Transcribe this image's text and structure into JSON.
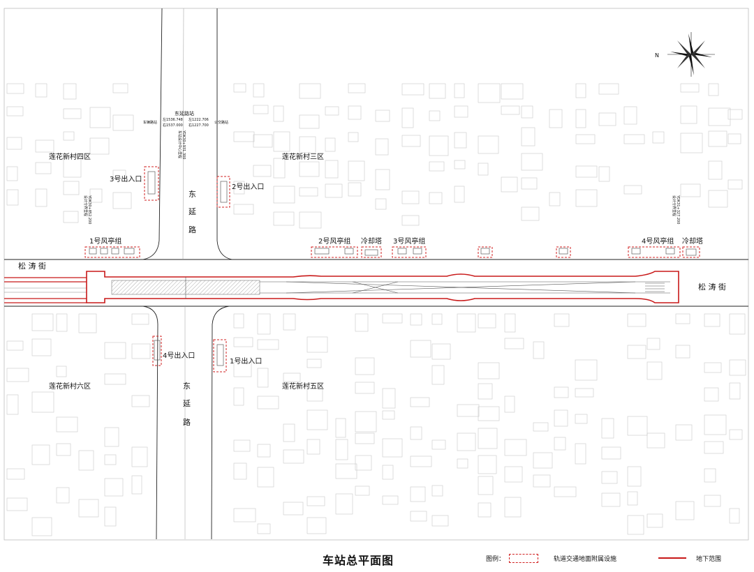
{
  "districts": {
    "nw": "莲花新村四区",
    "ne": "莲花新村三区",
    "sw": "莲花新村六区",
    "se": "莲花新村五区"
  },
  "roads": {
    "songtao_west": "松 涛 街",
    "songtao_east": "松 涛 街",
    "dongyan_north": [
      "东",
      "延",
      "路"
    ],
    "dongyan_south": [
      "东",
      "延",
      "路"
    ]
  },
  "entrances": {
    "e1": "1号出入口",
    "e2": "2号出入口",
    "e3": "3号出入口",
    "e4": "4号出入口"
  },
  "facilities": {
    "vent1": "1号风亭组",
    "vent2": "2号风亭组",
    "vent3": "3号风亭组",
    "vent4": "4号风亭组",
    "cooling_mid": "冷却塔",
    "cooling_east": "冷却塔"
  },
  "station_notes": {
    "name": "东延路站",
    "coord_left": "左1536.748",
    "coord_right": "右1537.000",
    "coord_left2": "左1222.706",
    "coord_right2": "右1227.700",
    "bus_w": "车辆路站",
    "bus_e": "公交路站",
    "center_line": "车站设计中心里程",
    "center_km": "YDK30+931.300",
    "west_line": "设计分界里程",
    "west_km": "YDK30+852.200",
    "east_line": "设计分界里程",
    "east_km": "YDK31+327.200"
  },
  "footer": {
    "title": "车站总平面图",
    "legend_label": "图例：",
    "legend_dashed": "轨道交通地面附属设施",
    "legend_solid": "地下范围"
  },
  "colors": {
    "red": "#c81818",
    "dashed_red": "#d12020",
    "road_line": "#222222",
    "building_line": "#c8c8c8"
  },
  "compass": {
    "north_mark": "N"
  }
}
